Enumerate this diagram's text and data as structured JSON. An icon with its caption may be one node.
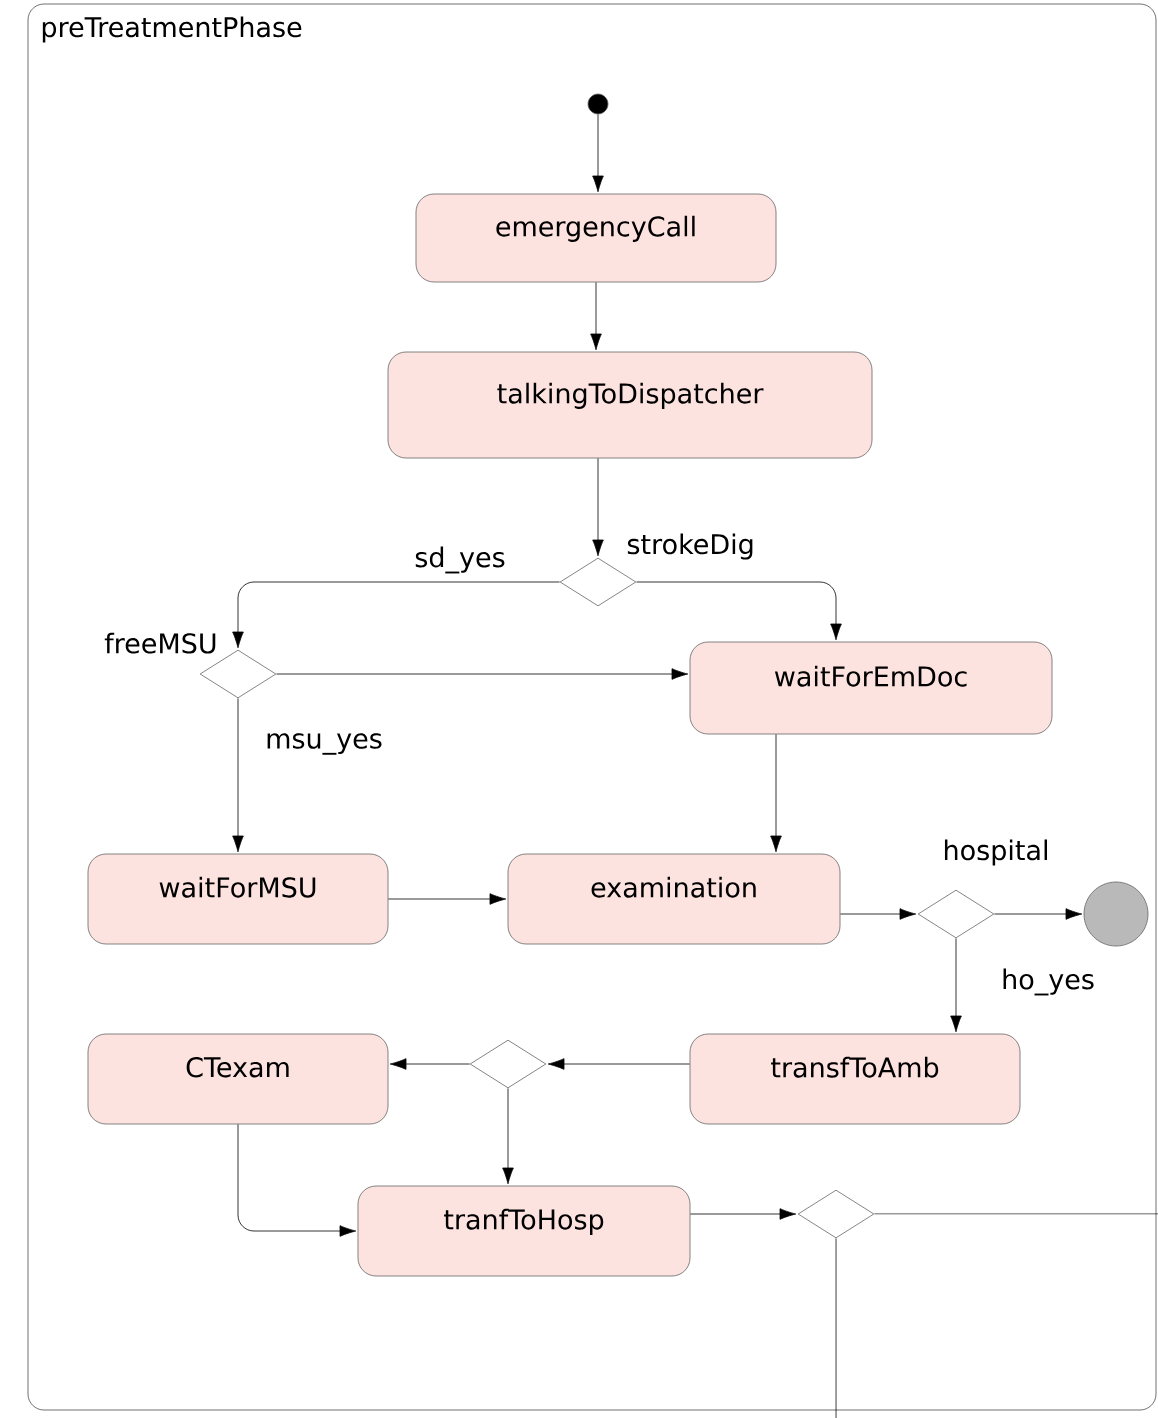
{
  "diagram": {
    "nodes": [
      {
        "text": [
          "preTreatmentPhase"
        ]
      },
      {
        "text": [],
        "shape": "circle",
        "in": 0
      },
      {
        "text": [
          "emergencyCall"
        ],
        "in": 0
      },
      {
        "text": [
          "talkingToDispatcher"
        ],
        "in": 0
      },
      {
        "text": [],
        "shape": "diamond",
        "beside": [
          "strokeDig"
        ],
        "in": 0
      },
      {
        "text": [],
        "shape": "diamond",
        "beside": [
          "freeMSU"
        ],
        "in": 0
      },
      {
        "text": [
          "waitForEmDoc"
        ],
        "in": 0
      },
      {
        "text": [
          "waitForMSU"
        ],
        "in": 0
      },
      {
        "text": [
          "examination"
        ],
        "in": 0
      },
      {
        "text": [],
        "shape": "diamond",
        "beside": [
          "hospital"
        ],
        "in": 0
      },
      {
        "text": [],
        "shape": "circle",
        "in": 0
      },
      {
        "text": [
          "transfToAmb"
        ],
        "in": 0
      },
      {
        "text": [],
        "shape": "diamond",
        "in": 0
      },
      {
        "text": [
          "CTexam"
        ],
        "in": 0
      },
      {
        "text": [
          "tranfToHosp"
        ],
        "in": 0
      },
      {
        "text": [],
        "shape": "diamond",
        "in": 0
      }
    ],
    "edges": [
      {
        "from": 1,
        "to": 2,
        "arrow": "to"
      },
      {
        "from": 2,
        "to": 3,
        "arrow": "to"
      },
      {
        "from": 3,
        "to": 4,
        "arrow": "to"
      },
      {
        "from": 4,
        "to": 5,
        "arrow": "to",
        "label": "sd_yes"
      },
      {
        "from": 4,
        "to": 6,
        "arrow": "to"
      },
      {
        "from": 5,
        "to": 6,
        "arrow": "to"
      },
      {
        "from": 5,
        "to": 7,
        "arrow": "to",
        "label": "msu_yes"
      },
      {
        "from": 6,
        "to": 8,
        "arrow": "to"
      },
      {
        "from": 7,
        "to": 8,
        "arrow": "to"
      },
      {
        "from": 8,
        "to": 9,
        "arrow": "to"
      },
      {
        "from": 9,
        "to": 10,
        "arrow": "to"
      },
      {
        "from": 9,
        "to": 11,
        "arrow": "to",
        "label": "ho_yes"
      },
      {
        "from": 11,
        "to": 12,
        "arrow": "to"
      },
      {
        "from": 12,
        "to": 13,
        "arrow": "to"
      },
      {
        "from": 12,
        "to": 14,
        "arrow": "to"
      },
      {
        "from": 13,
        "to": 14,
        "arrow": "to"
      },
      {
        "from": 14,
        "to": 15,
        "arrow": "to"
      },
      {
        "from": 15,
        "to": null,
        "arrow": "none"
      },
      {
        "from": 15,
        "to": null,
        "arrow": "none"
      }
    ]
  }
}
